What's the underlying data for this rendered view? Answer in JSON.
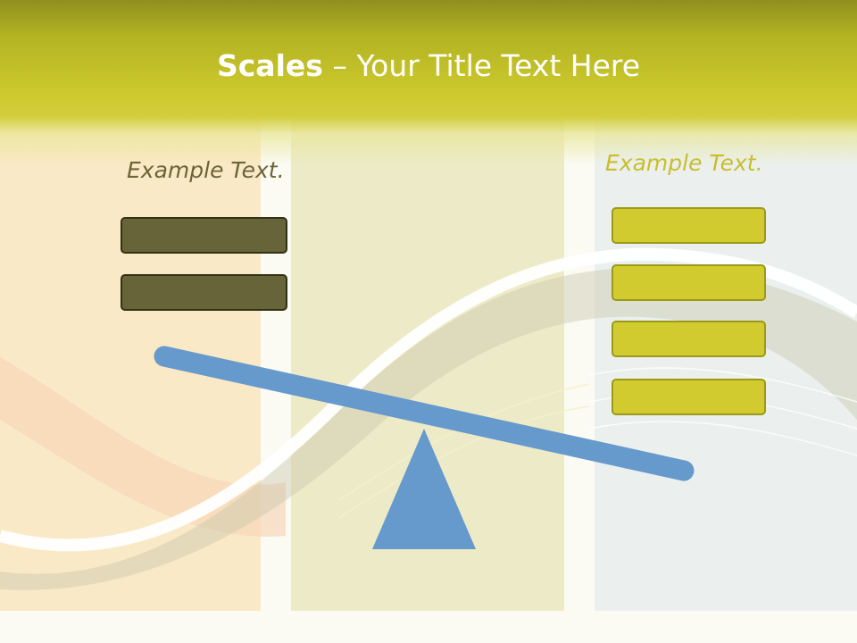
{
  "slide": {
    "title_strong": "Scales",
    "title_rest": " – Your Title Text Here",
    "left_label": "Example Text.",
    "right_label": "Example Text."
  },
  "colors": {
    "header": "#cfcb2f",
    "left_weight": "#666438",
    "right_weight": "#d2cb30",
    "beam": "#6699cc"
  },
  "weights": {
    "left_count": 2,
    "right_count": 4
  }
}
